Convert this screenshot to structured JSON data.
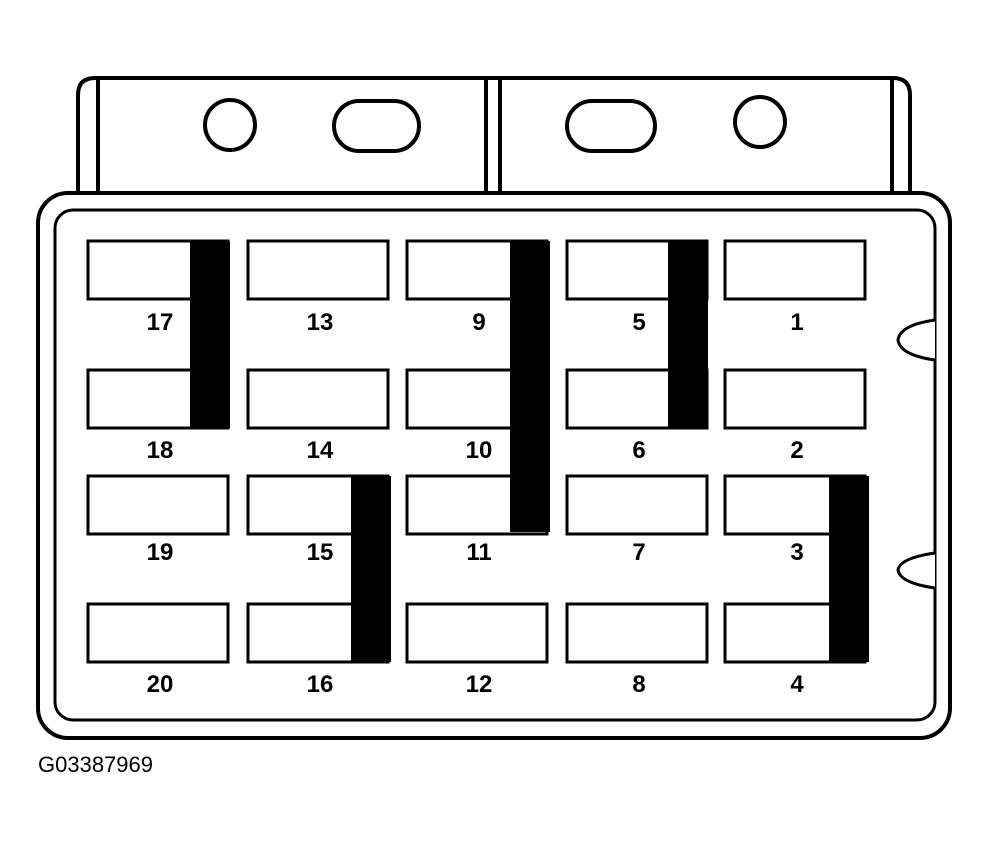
{
  "colors": {
    "outline": "#000000",
    "background": "#ffffff",
    "bar": "#000000"
  },
  "reference_code": "G03387969",
  "cavities": [
    {
      "label": "1"
    },
    {
      "label": "2"
    },
    {
      "label": "3"
    },
    {
      "label": "4"
    },
    {
      "label": "5"
    },
    {
      "label": "6"
    },
    {
      "label": "7"
    },
    {
      "label": "8"
    },
    {
      "label": "9"
    },
    {
      "label": "10"
    },
    {
      "label": "11"
    },
    {
      "label": "12"
    },
    {
      "label": "13"
    },
    {
      "label": "14"
    },
    {
      "label": "15"
    },
    {
      "label": "16"
    },
    {
      "label": "17"
    },
    {
      "label": "18"
    },
    {
      "label": "19"
    },
    {
      "label": "20"
    }
  ]
}
